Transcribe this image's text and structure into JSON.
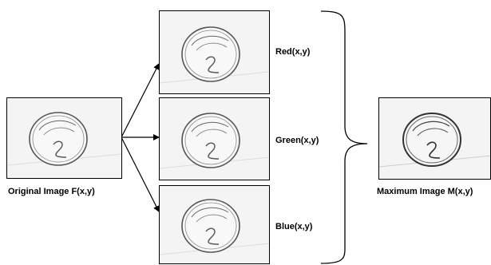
{
  "labels": {
    "original": "Original Image F(x,y)",
    "red": "Red(x,y)",
    "green": "Green(x,y)",
    "blue": "Blue(x,y)",
    "maximum": "Maximum Image M(x,y)"
  },
  "image_content": "coin",
  "colors": {
    "line": "#000000",
    "frame_bg": "#f4f4f4"
  }
}
